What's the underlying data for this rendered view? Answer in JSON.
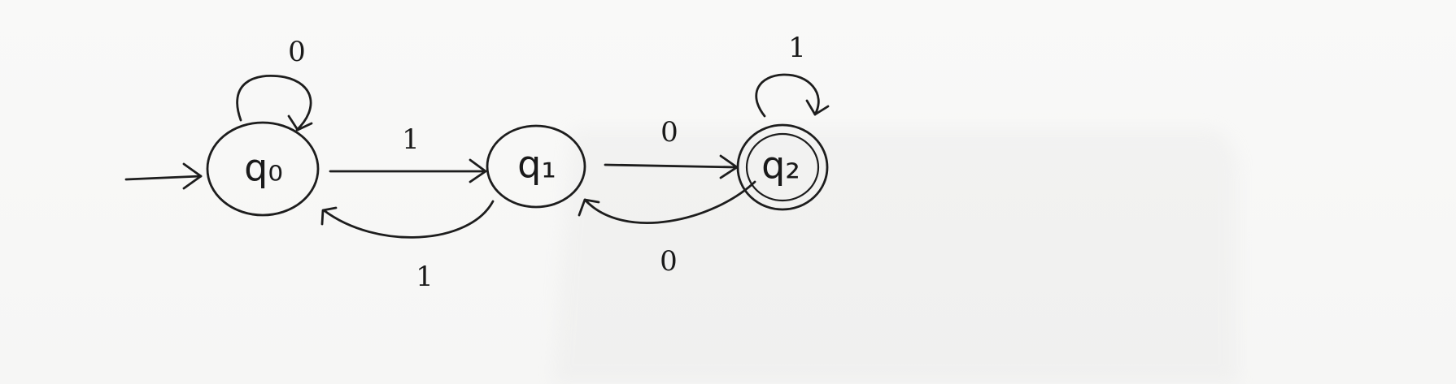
{
  "diagram": {
    "states": [
      {
        "id": "q0",
        "label": "q₀",
        "start": true,
        "accepting": false
      },
      {
        "id": "q1",
        "label": "q₁",
        "start": false,
        "accepting": false
      },
      {
        "id": "q2",
        "label": "q₂",
        "start": false,
        "accepting": true
      }
    ],
    "transitions": [
      {
        "from": "q0",
        "to": "q0",
        "symbol": "0"
      },
      {
        "from": "q0",
        "to": "q1",
        "symbol": "1"
      },
      {
        "from": "q1",
        "to": "q0",
        "symbol": "1"
      },
      {
        "from": "q1",
        "to": "q2",
        "symbol": "0"
      },
      {
        "from": "q2",
        "to": "q1",
        "symbol": "0"
      },
      {
        "from": "q2",
        "to": "q2",
        "symbol": "1"
      }
    ]
  }
}
